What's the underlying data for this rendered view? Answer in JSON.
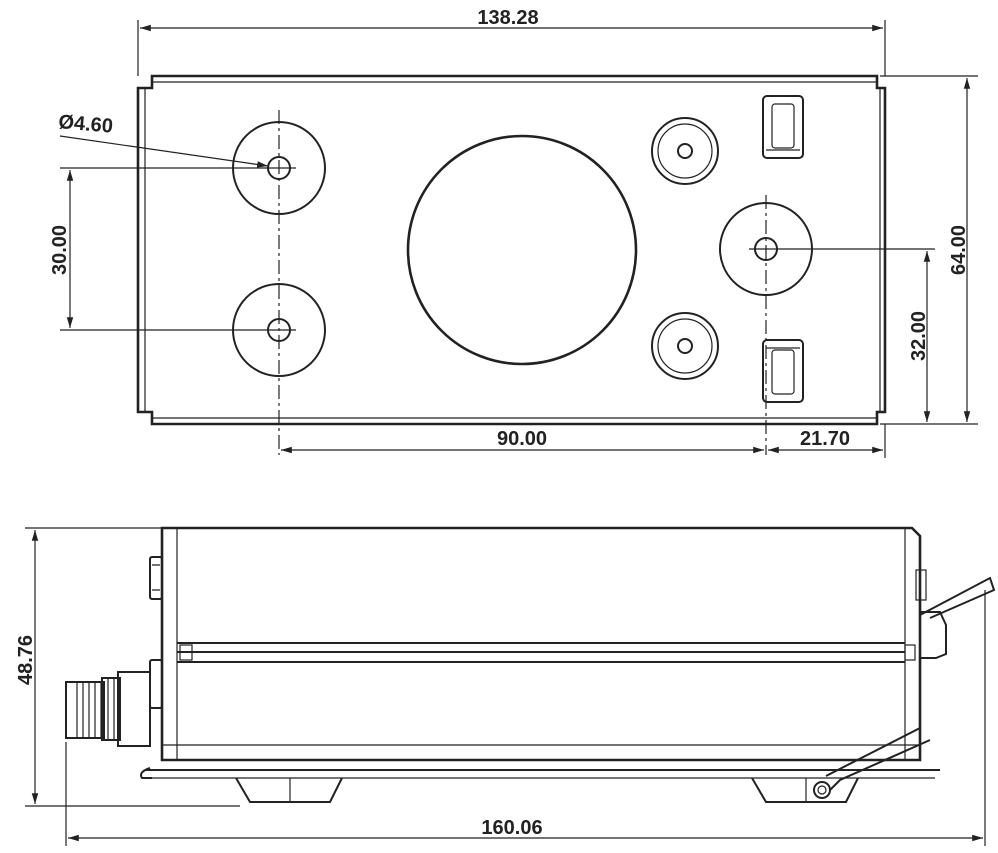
{
  "top_view": {
    "width_dim": "138.28",
    "height_dim": "64.00",
    "hole_diameter_dim": "Ø4.60",
    "hole_spacing_dim": "30.00",
    "right_hole_height_dim": "32.00",
    "hole_to_hole_dim": "90.00",
    "right_offset_dim": "21.70"
  },
  "side_view": {
    "height_dim": "48.76",
    "length_dim": "160.06"
  }
}
